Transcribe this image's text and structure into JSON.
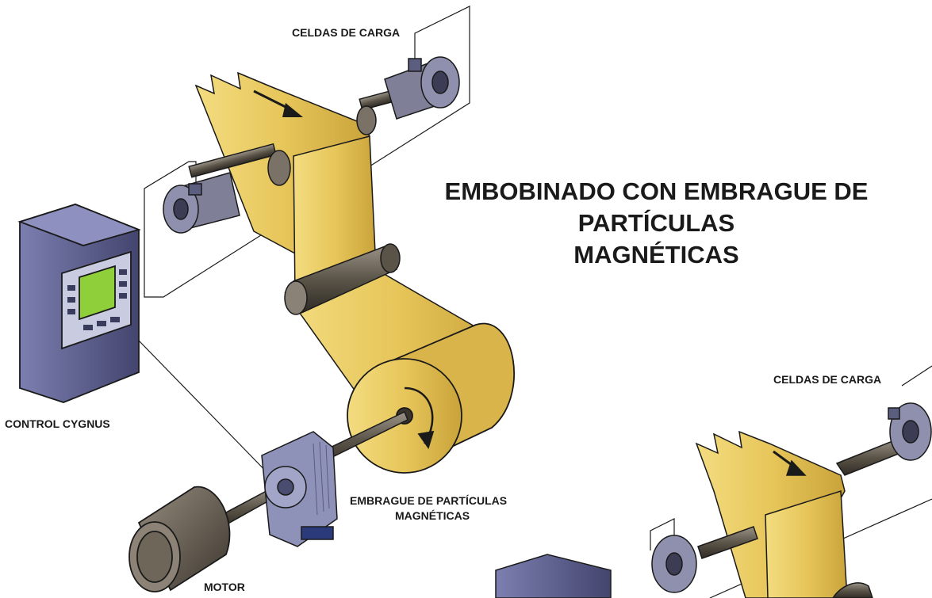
{
  "title": {
    "line1": "EMBOBINADO CON EMBRAGUE DE PARTÍCULAS",
    "line2": "MAGNÉTICAS"
  },
  "labels": {
    "load_cells_top": "CELDAS DE CARGA",
    "load_cells_bottom": "CELDAS DE CARGA",
    "control": "CONTROL CYGNUS",
    "brake_line1": "EMBRAGUE DE PARTÍCULAS",
    "brake_line2": "MAGNÉTICAS",
    "motor": "MOTOR"
  },
  "colors": {
    "web": "#e7c65a",
    "web_shade": "#c9a33a",
    "roller": "#6b6357",
    "cabinet": "#5d5f8c",
    "screen": "#8fcf3a",
    "motor": "#6e655a",
    "line": "#1a1a1a"
  }
}
